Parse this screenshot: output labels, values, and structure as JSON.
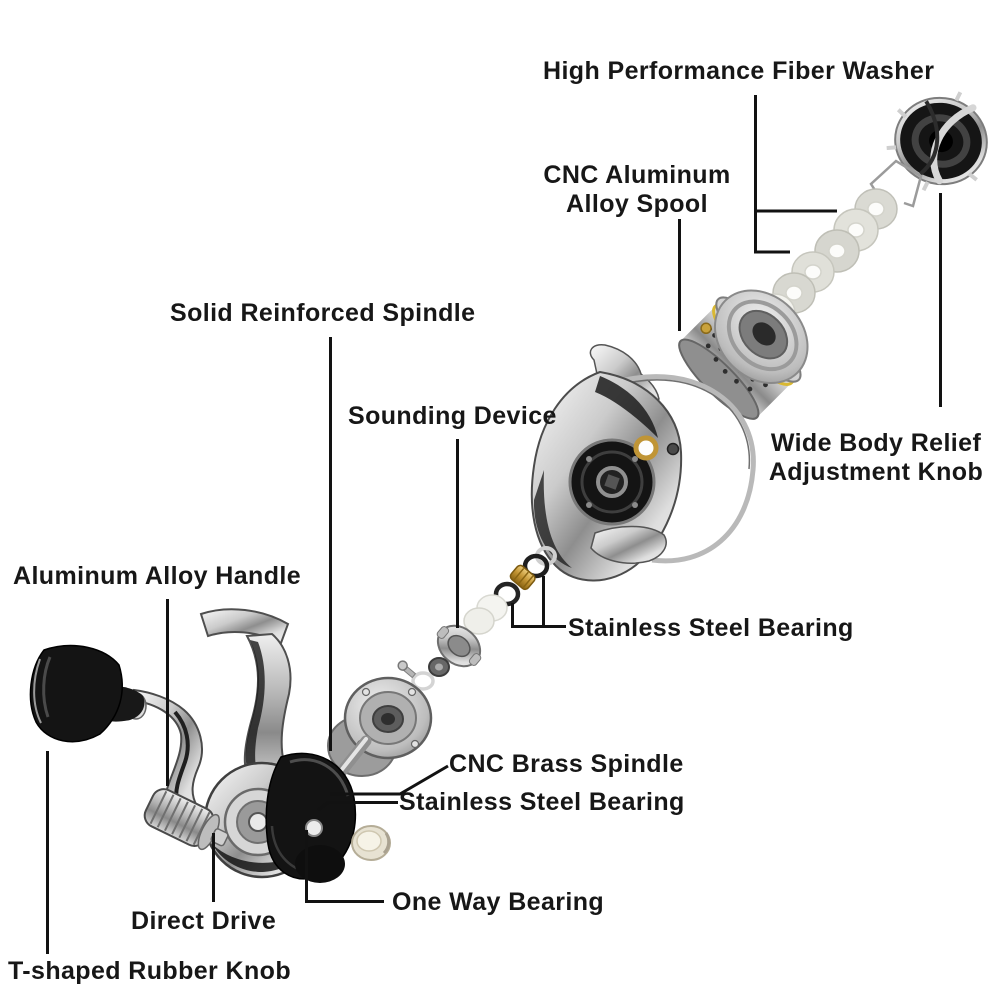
{
  "title": "Spinning fishing reel exploded parts diagram",
  "colors": {
    "background": "#ffffff",
    "text": "#171717",
    "leader_line": "#121212",
    "brass": "#c2953a",
    "fiber_washer": "#dadad3",
    "yellow_accent": "#d9b832",
    "cream": "#e7e2d2",
    "metal_dark": "#1a1a1a"
  },
  "labels": {
    "fiber_washer": {
      "text": "High Performance Fiber Washer"
    },
    "spool": {
      "line1": "CNC Aluminum",
      "line2": "Alloy Spool"
    },
    "adjustment_knob": {
      "line1": "Wide Body Relief",
      "line2": "Adjustment Knob"
    },
    "spindle": {
      "text": "Solid Reinforced Spindle"
    },
    "sounding_device": {
      "text": "Sounding Device"
    },
    "bearing_upper": {
      "text": "Stainless Steel Bearing"
    },
    "handle": {
      "text": "Aluminum Alloy Handle"
    },
    "brass_spindle": {
      "text": "CNC Brass Spindle"
    },
    "bearing_lower": {
      "text": "Stainless Steel Bearing"
    },
    "one_way_bearing": {
      "text": "One Way Bearing"
    },
    "direct_drive": {
      "text": "Direct Drive"
    },
    "rubber_knob": {
      "text": "T-shaped Rubber Knob"
    }
  },
  "parts": [
    "drag adjustment knob",
    "retainer wire clip",
    "fiber washer stack (6)",
    "aluminum spool",
    "rotor with bail wire",
    "stainless steel bearings",
    "brass bushing",
    "sounding device cap",
    "pinion gear cylinder",
    "main shaft",
    "brass spindle",
    "reel body with gear housing",
    "one way bearing",
    "handle with T-shaped rubber knob",
    "direct drive shaft"
  ]
}
